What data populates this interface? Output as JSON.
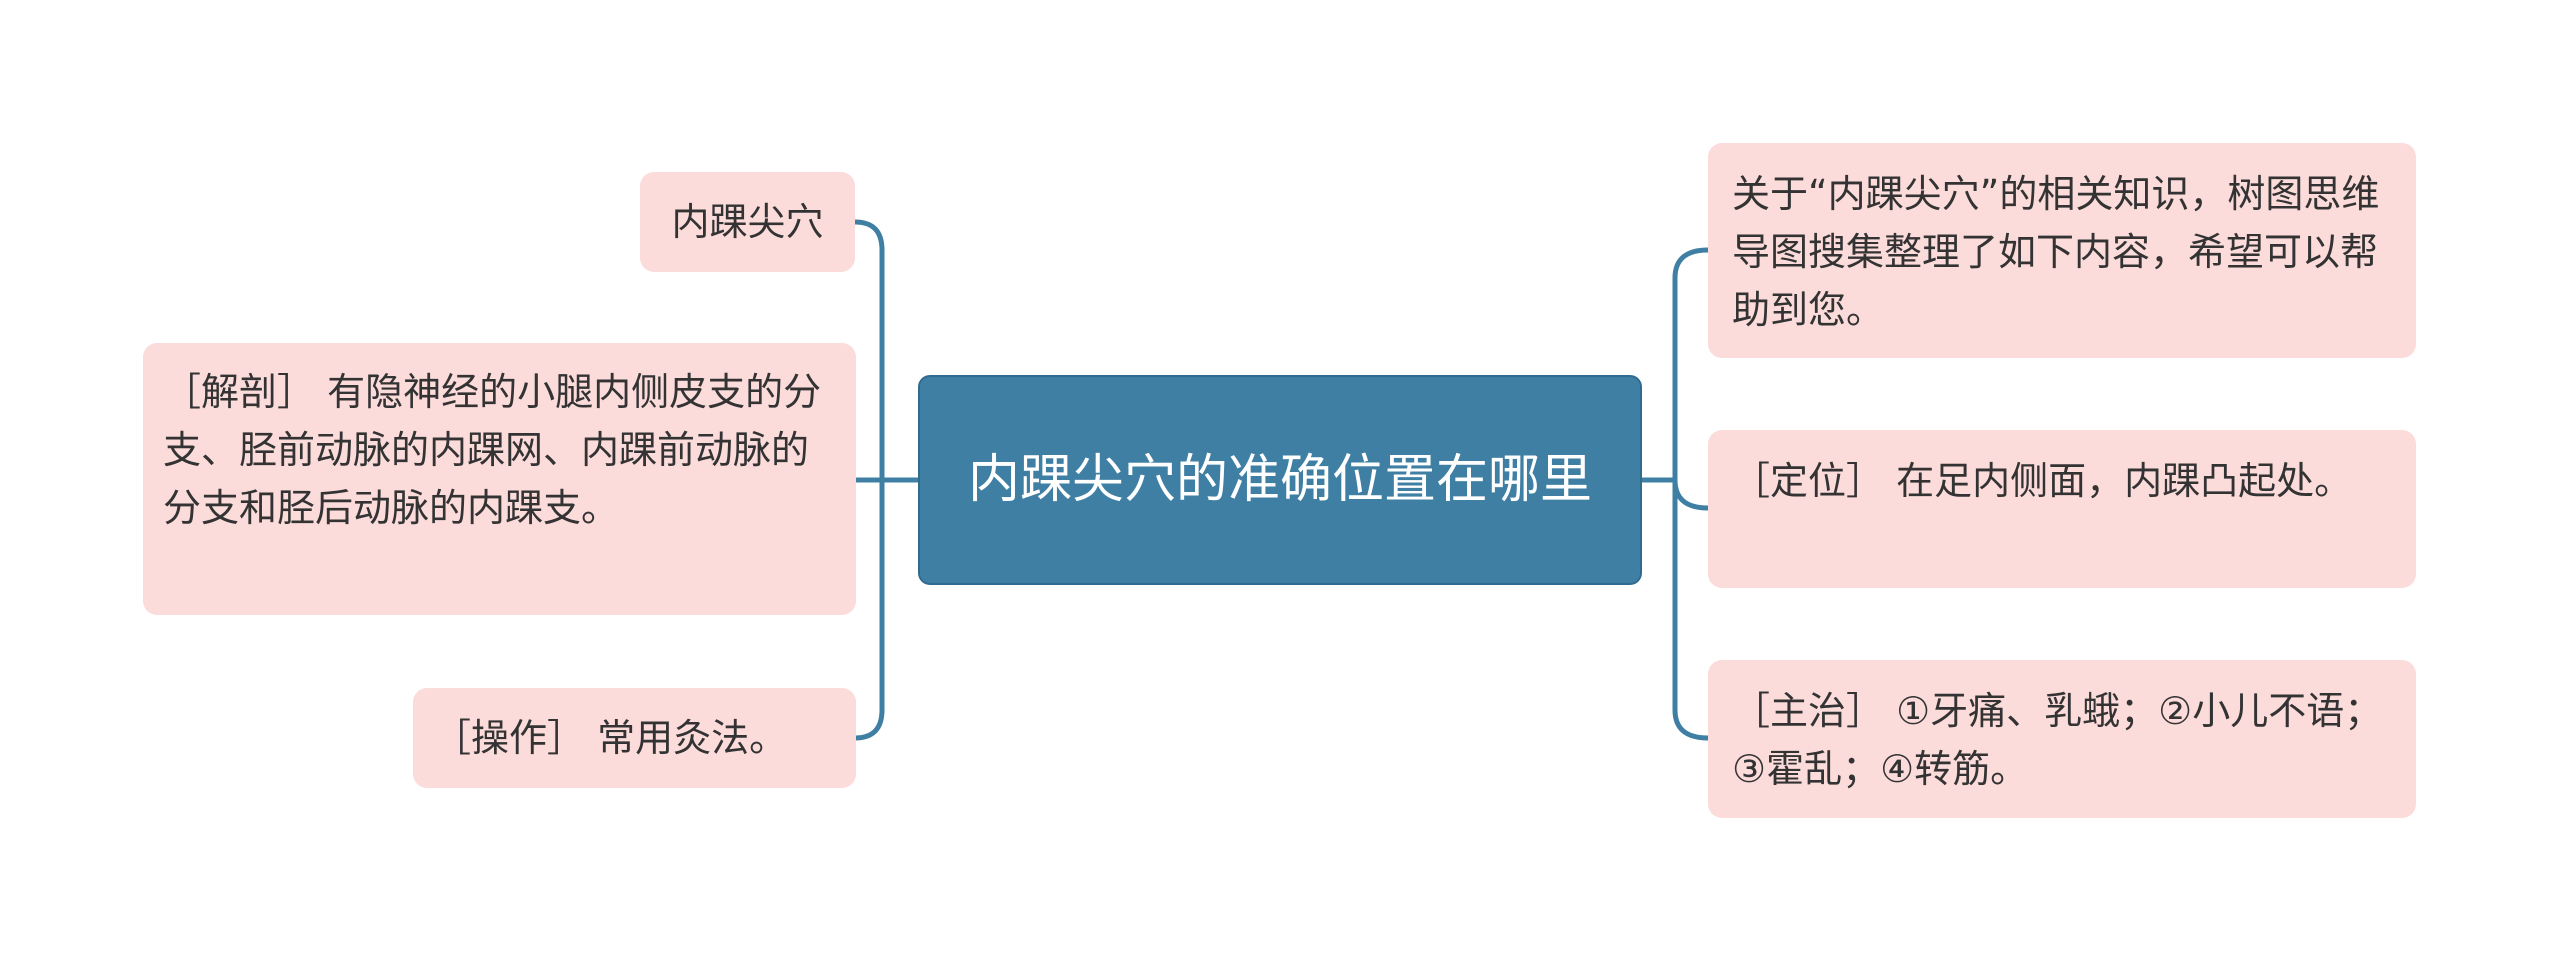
{
  "colors": {
    "center_bg": "#3f7fa4",
    "center_text": "#ffffff",
    "leaf_bg": "#fcdbdb",
    "leaf_text": "#333333",
    "connector": "#3f7fa4"
  },
  "center": {
    "text": "内踝尖穴的准确位置在哪里"
  },
  "left_nodes": [
    {
      "text": "内踝尖穴"
    },
    {
      "text": "［解剖］ 有隐神经的小腿内侧皮支的分支、胫前动脉的内踝网、内踝前动脉的分支和胫后动脉的内踝支。"
    },
    {
      "text": "［操作］ 常用灸法。"
    }
  ],
  "right_nodes": [
    {
      "text": "关于“内踝尖穴”的相关知识，树图思维导图搜集整理了如下内容，希望可以帮助到您。"
    },
    {
      "text": "［定位］ 在足内侧面，内踝凸起处。"
    },
    {
      "text": "［主治］ ①牙痛、乳蛾；②小儿不语；③霍乱；④转筋。"
    }
  ]
}
